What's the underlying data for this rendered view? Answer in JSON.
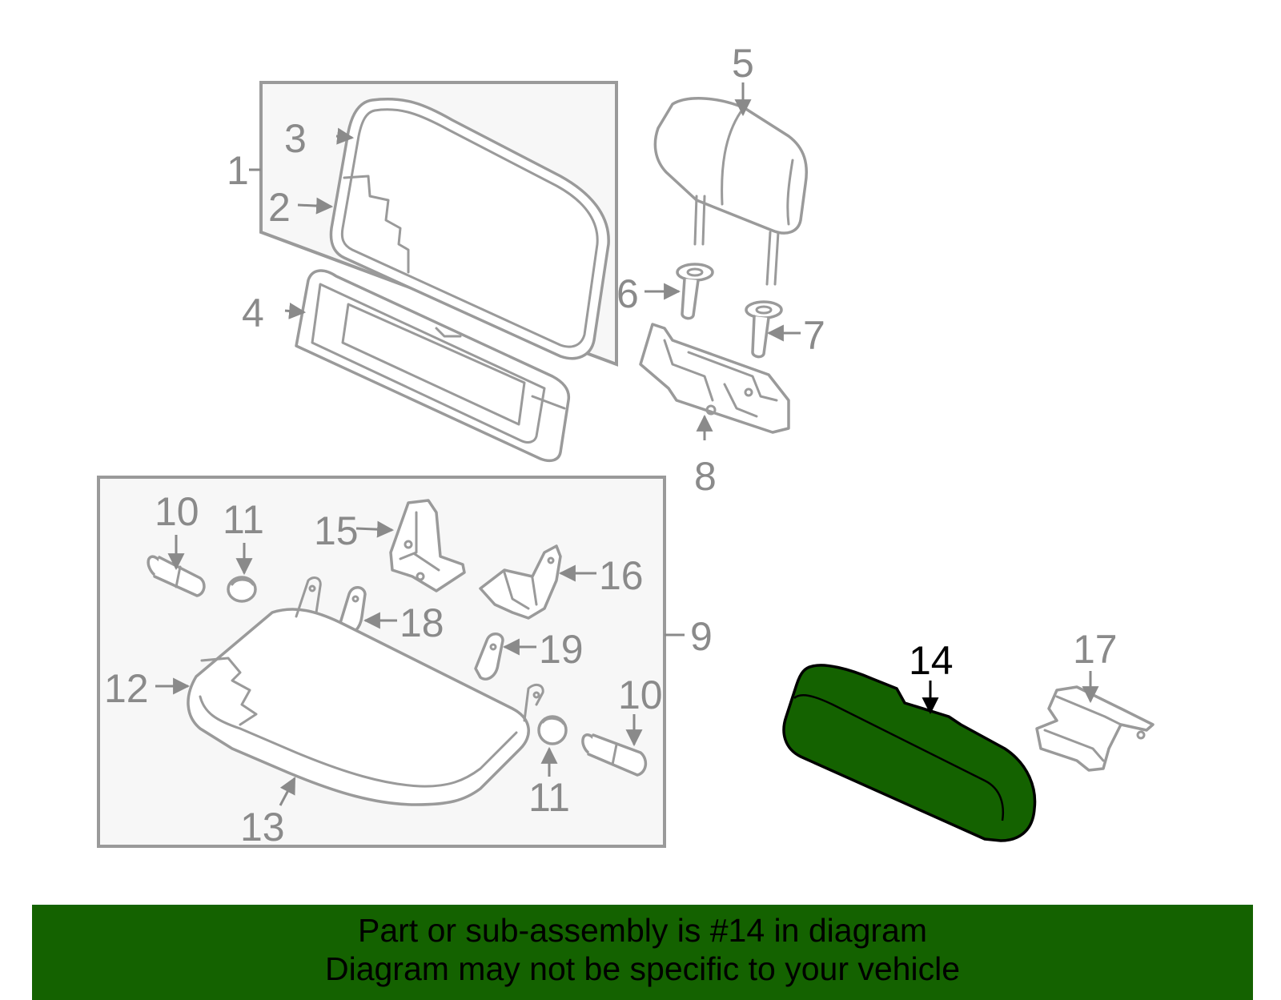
{
  "callouts": {
    "c1": "1",
    "c2": "2",
    "c3": "3",
    "c4": "4",
    "c5": "5",
    "c6": "6",
    "c7": "7",
    "c8": "8",
    "c9": "9",
    "c10a": "10",
    "c10b": "10",
    "c11a": "11",
    "c11b": "11",
    "c12": "12",
    "c13": "13",
    "c14": "14",
    "c15": "15",
    "c16": "16",
    "c17": "17",
    "c18": "18",
    "c19": "19"
  },
  "highlight": {
    "part": "14",
    "color": "#146200"
  },
  "banner": {
    "line1": "Part or sub-assembly is #14 in diagram",
    "line2": "Diagram may not be specific to your vehicle"
  },
  "colors": {
    "line": "#9a9a9a",
    "label": "#8a8a8a",
    "banner": "#146200"
  }
}
